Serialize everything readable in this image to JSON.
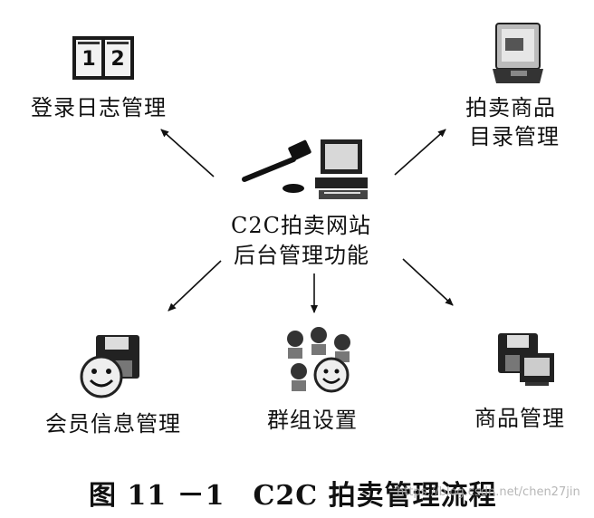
{
  "center": {
    "line1": "C2C拍卖网站",
    "line2": "后台管理功能",
    "icon": "gavel-computer-icon"
  },
  "nodes": {
    "log": {
      "label": "登录日志管理",
      "icon": "calendar-book-icon"
    },
    "catalog": {
      "line1": "拍卖商品",
      "line2": "目录管理",
      "icon": "folder-tray-icon"
    },
    "member": {
      "label": "会员信息管理",
      "icon": "smiley-disk-icon"
    },
    "group": {
      "label": "群组设置",
      "icon": "people-group-icon"
    },
    "product": {
      "label": "商品管理",
      "icon": "disk-monitor-icon"
    }
  },
  "caption": "图 11 －1　C2C 拍卖管理流程",
  "watermark": "https://blog.csdn.net/chen27jin"
}
